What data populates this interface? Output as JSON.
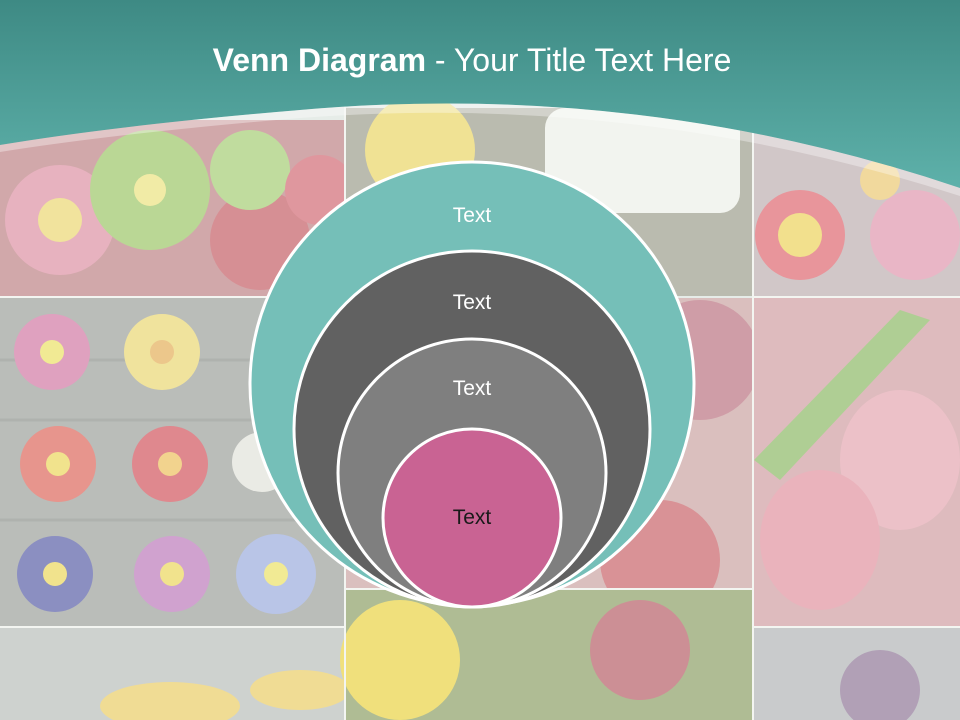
{
  "title": {
    "bold_part": "Venn Diagram",
    "regular_part": " - Your Title Text Here"
  },
  "diagram": {
    "circles": [
      {
        "label": "Text",
        "color": "#75bfb8"
      },
      {
        "label": "Text",
        "color": "#616161"
      },
      {
        "label": "Text",
        "color": "#7f7f7f"
      },
      {
        "label": "Text",
        "color": "#c96393"
      }
    ]
  },
  "colors": {
    "header_teal": "#55a8a2",
    "header_dark": "#3f8a85",
    "circle_outline": "#ffffff"
  },
  "background": {
    "description_icon": "flower-photo-collage"
  }
}
